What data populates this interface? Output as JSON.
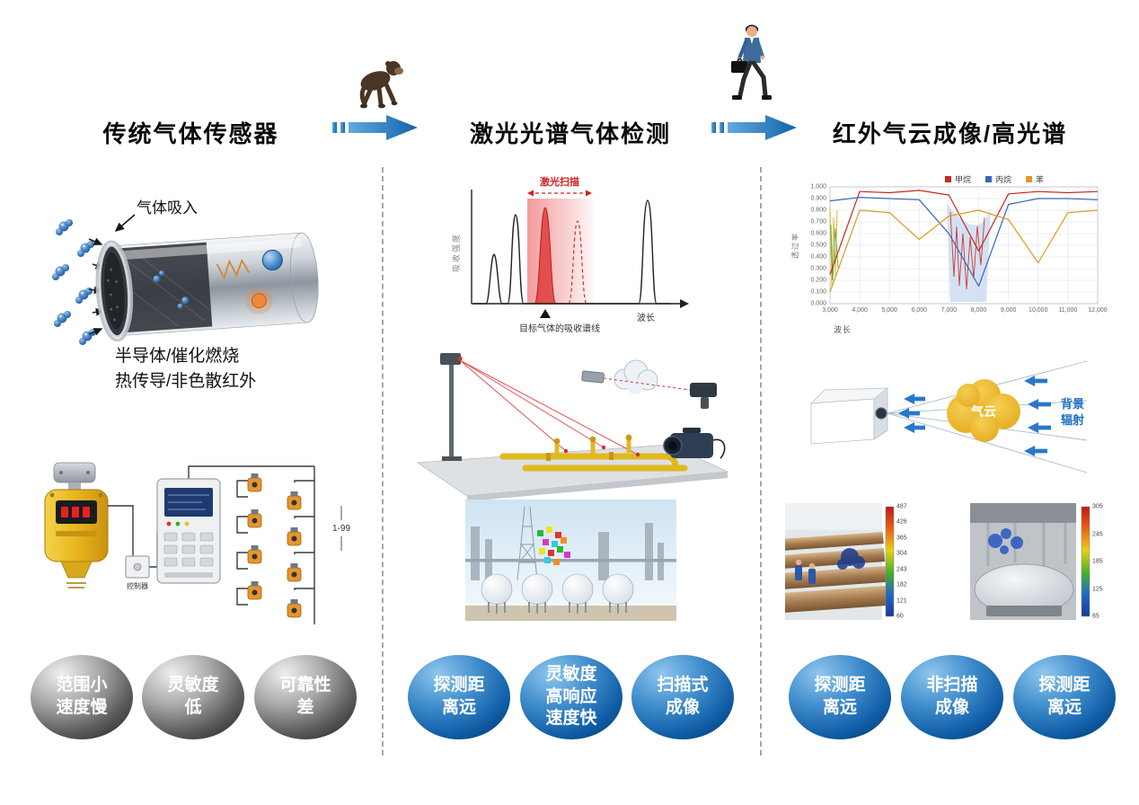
{
  "header": {
    "title_left": "传统气体传感器",
    "title_middle": "激光光谱气体检测",
    "title_right": "红外气云成像/高光谱"
  },
  "left": {
    "gas_intake_label": "气体吸入",
    "caption_line1": "半导体/催化燃烧",
    "caption_line2": "热传导/非色散红外",
    "controller_label": "控制器",
    "network_range_label": "1-99",
    "badges": [
      "范围小速度慢",
      "灵敏度低",
      "可靠性差"
    ]
  },
  "middle": {
    "spectrum": {
      "band_label": "激光扫描",
      "ylabel": "吸收强度",
      "xlabel": "波长",
      "annotation": "目标气体的吸收谱线"
    },
    "badges": [
      "探测距离远",
      "灵敏度高响应速度快",
      "扫描式成像"
    ]
  },
  "right": {
    "chart": {
      "ylabel": "透过率",
      "xlabel": "波长",
      "y_ticks": [
        "1.000",
        "0.900",
        "0.800",
        "0.700",
        "0.600",
        "0.500",
        "0.400",
        "0.300",
        "0.200",
        "0.100",
        "0.000"
      ],
      "x_ticks": [
        "3,000",
        "4,000",
        "5,000",
        "6,000",
        "7,000",
        "8,000",
        "9,000",
        "10,000",
        "11,000",
        "12,000"
      ],
      "series": [
        {
          "name": "甲烷",
          "color": "#c8281e",
          "values": [
            0.25,
            0.96,
            0.95,
            0.97,
            0.93,
            0.45,
            0.94,
            0.96,
            0.95,
            0.96
          ]
        },
        {
          "name": "丙烷",
          "color": "#3a66b4",
          "values": [
            0.88,
            0.91,
            0.9,
            0.89,
            0.6,
            0.15,
            0.85,
            0.9,
            0.9,
            0.89
          ]
        },
        {
          "name": "苯",
          "color": "#e09a22",
          "values": [
            0.1,
            0.8,
            0.78,
            0.55,
            0.75,
            0.8,
            0.72,
            0.35,
            0.78,
            0.8
          ]
        }
      ]
    },
    "scene": {
      "cloud_label": "气云",
      "radiation_label_line1": "背景",
      "radiation_label_line2": "辐射"
    },
    "thermal_left_scale": [
      "487",
      "426",
      "365",
      "304",
      "243",
      "182",
      "121",
      "60"
    ],
    "thermal_right_scale": [
      "305",
      "245",
      "185",
      "125",
      "65"
    ],
    "badges": [
      "探测距离远",
      "非扫描成像",
      "探测距离远"
    ]
  }
}
